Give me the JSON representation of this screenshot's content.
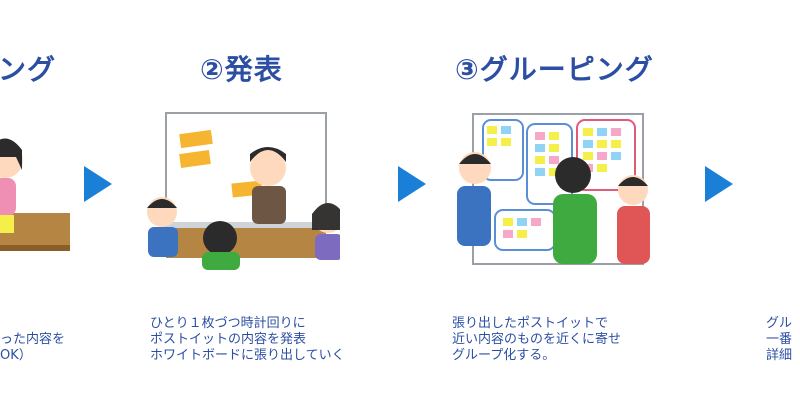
{
  "steps": [
    {
      "title": "ング",
      "desc": "った内容を\nOK）"
    },
    {
      "title": "②発表",
      "desc": "ひとり１枚づつ時計回りに\nポストイットの内容を発表\nホワイトボードに張り出していく"
    },
    {
      "title": "③グルーピング",
      "desc": "張り出したポストイットで\n近い内容のものを近くに寄せ\nグループ化する。"
    },
    {
      "title": "",
      "desc": "グル\n一番\n詳細"
    }
  ],
  "colors": {
    "title": "#2c4fa3",
    "arrow": "#1a7fd6"
  }
}
